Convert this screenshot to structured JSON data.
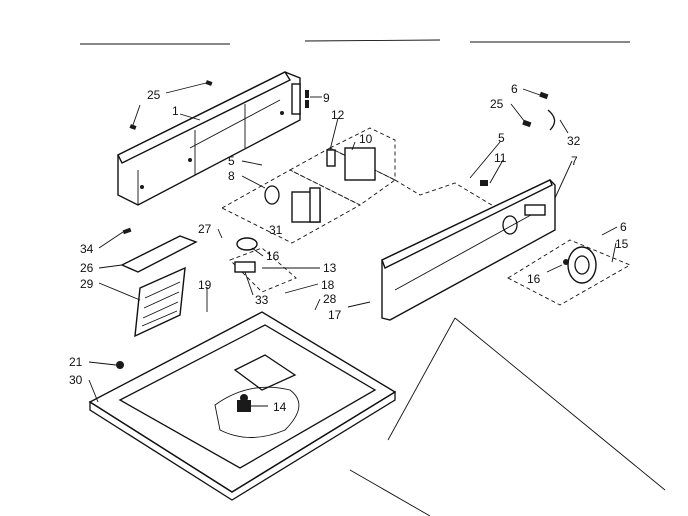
{
  "callouts": [
    {
      "id": "c25a",
      "text": "25"
    },
    {
      "id": "c1",
      "text": "1"
    },
    {
      "id": "c9",
      "text": "9"
    },
    {
      "id": "c12",
      "text": "12"
    },
    {
      "id": "c10",
      "text": "10"
    },
    {
      "id": "c5a",
      "text": "5"
    },
    {
      "id": "c8",
      "text": "8"
    },
    {
      "id": "c31",
      "text": "31"
    },
    {
      "id": "c27",
      "text": "27"
    },
    {
      "id": "c16a",
      "text": "16"
    },
    {
      "id": "c13",
      "text": "13"
    },
    {
      "id": "c34",
      "text": "34"
    },
    {
      "id": "c26",
      "text": "26"
    },
    {
      "id": "c29",
      "text": "29"
    },
    {
      "id": "c19",
      "text": "19"
    },
    {
      "id": "c33",
      "text": "33"
    },
    {
      "id": "c18",
      "text": "18"
    },
    {
      "id": "c28",
      "text": "28"
    },
    {
      "id": "c17",
      "text": "17"
    },
    {
      "id": "c21",
      "text": "21"
    },
    {
      "id": "c30",
      "text": "30"
    },
    {
      "id": "c14",
      "text": "14"
    },
    {
      "id": "c6a",
      "text": "6"
    },
    {
      "id": "c25b",
      "text": "25"
    },
    {
      "id": "c32",
      "text": "32"
    },
    {
      "id": "c5b",
      "text": "5"
    },
    {
      "id": "c11",
      "text": "11"
    },
    {
      "id": "c7",
      "text": "7"
    },
    {
      "id": "c6b",
      "text": "6"
    },
    {
      "id": "c15",
      "text": "15"
    },
    {
      "id": "c16b",
      "text": "16"
    }
  ]
}
